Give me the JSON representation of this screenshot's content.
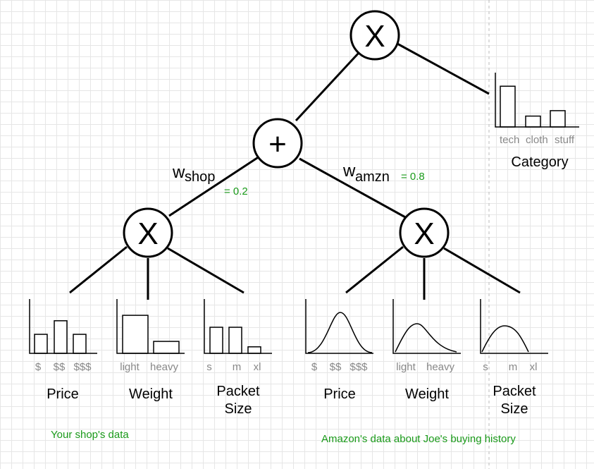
{
  "nodes": {
    "root": {
      "symbol": "X"
    },
    "sum": {
      "symbol": "+"
    },
    "shop": {
      "symbol": "X"
    },
    "amzn": {
      "symbol": "X"
    }
  },
  "weights": {
    "shop": {
      "base": "w",
      "sub": "shop",
      "value": "= 0.2"
    },
    "amzn": {
      "base": "w",
      "sub": "amzn",
      "value": "= 0.8"
    }
  },
  "category": {
    "label": "Category",
    "ticks": [
      "tech",
      "cloth",
      "stuff"
    ],
    "bars": [
      0.75,
      0.2,
      0.3
    ]
  },
  "shop": {
    "caption": "Your shop's data",
    "price": {
      "label": "Price",
      "ticks": [
        "$",
        "$$",
        "$$$"
      ],
      "bars": [
        0.35,
        0.6,
        0.35
      ]
    },
    "weight": {
      "label": "Weight",
      "ticks": [
        "light",
        "heavy"
      ],
      "bars": [
        0.7,
        0.22
      ]
    },
    "packet": {
      "label_line1": "Packet",
      "label_line2": "Size",
      "ticks": [
        "s",
        "m",
        "xl"
      ],
      "bars": [
        0.48,
        0.48,
        0.12
      ]
    }
  },
  "amzn": {
    "caption": "Amazon's data about Joe's buying history",
    "price": {
      "label": "Price",
      "ticks": [
        "$",
        "$$",
        "$$$"
      ]
    },
    "weight": {
      "label": "Weight",
      "ticks": [
        "light",
        "heavy"
      ]
    },
    "packet": {
      "label_line1": "Packet",
      "label_line2": "Size",
      "ticks": [
        "s",
        "m",
        "xl"
      ]
    }
  }
}
